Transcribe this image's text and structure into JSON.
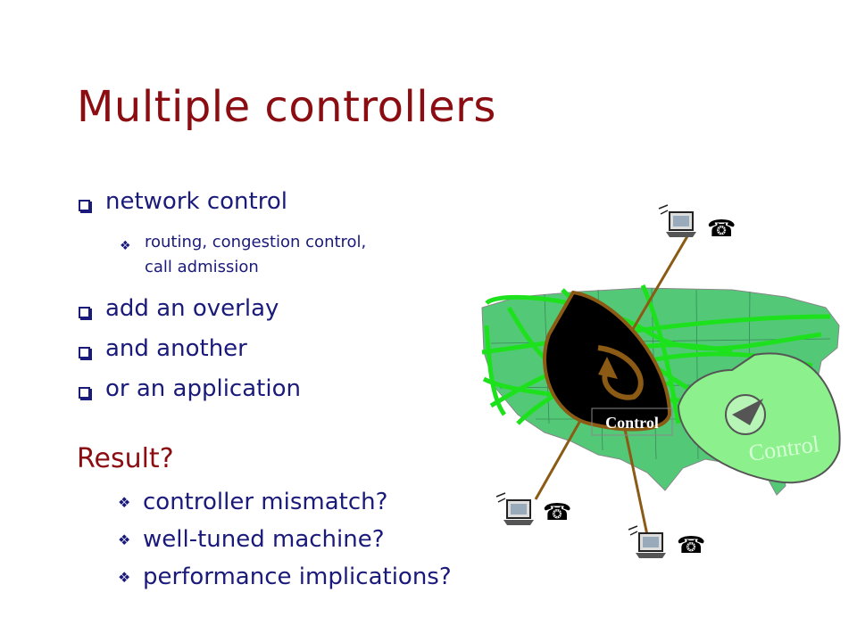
{
  "title": "Multiple controllers",
  "bullets": [
    {
      "label": "network control",
      "sub": [
        "routing, congestion control,",
        "call admission"
      ]
    },
    {
      "label": "add an overlay"
    },
    {
      "label": "and another"
    },
    {
      "label": "or an application"
    }
  ],
  "result_heading": "Result?",
  "result_items": [
    "controller mismatch?",
    "well-tuned machine?",
    "performance implications?"
  ],
  "diagram": {
    "control_small": "Control",
    "control_large": "Control"
  },
  "colors": {
    "title": "#8b0d12",
    "text": "#1a1a7a",
    "overlay_green": "#1ee11e",
    "map_fill": "#53c978",
    "swirl_light": "#8cf08c",
    "link_brown": "#8b5a14"
  }
}
